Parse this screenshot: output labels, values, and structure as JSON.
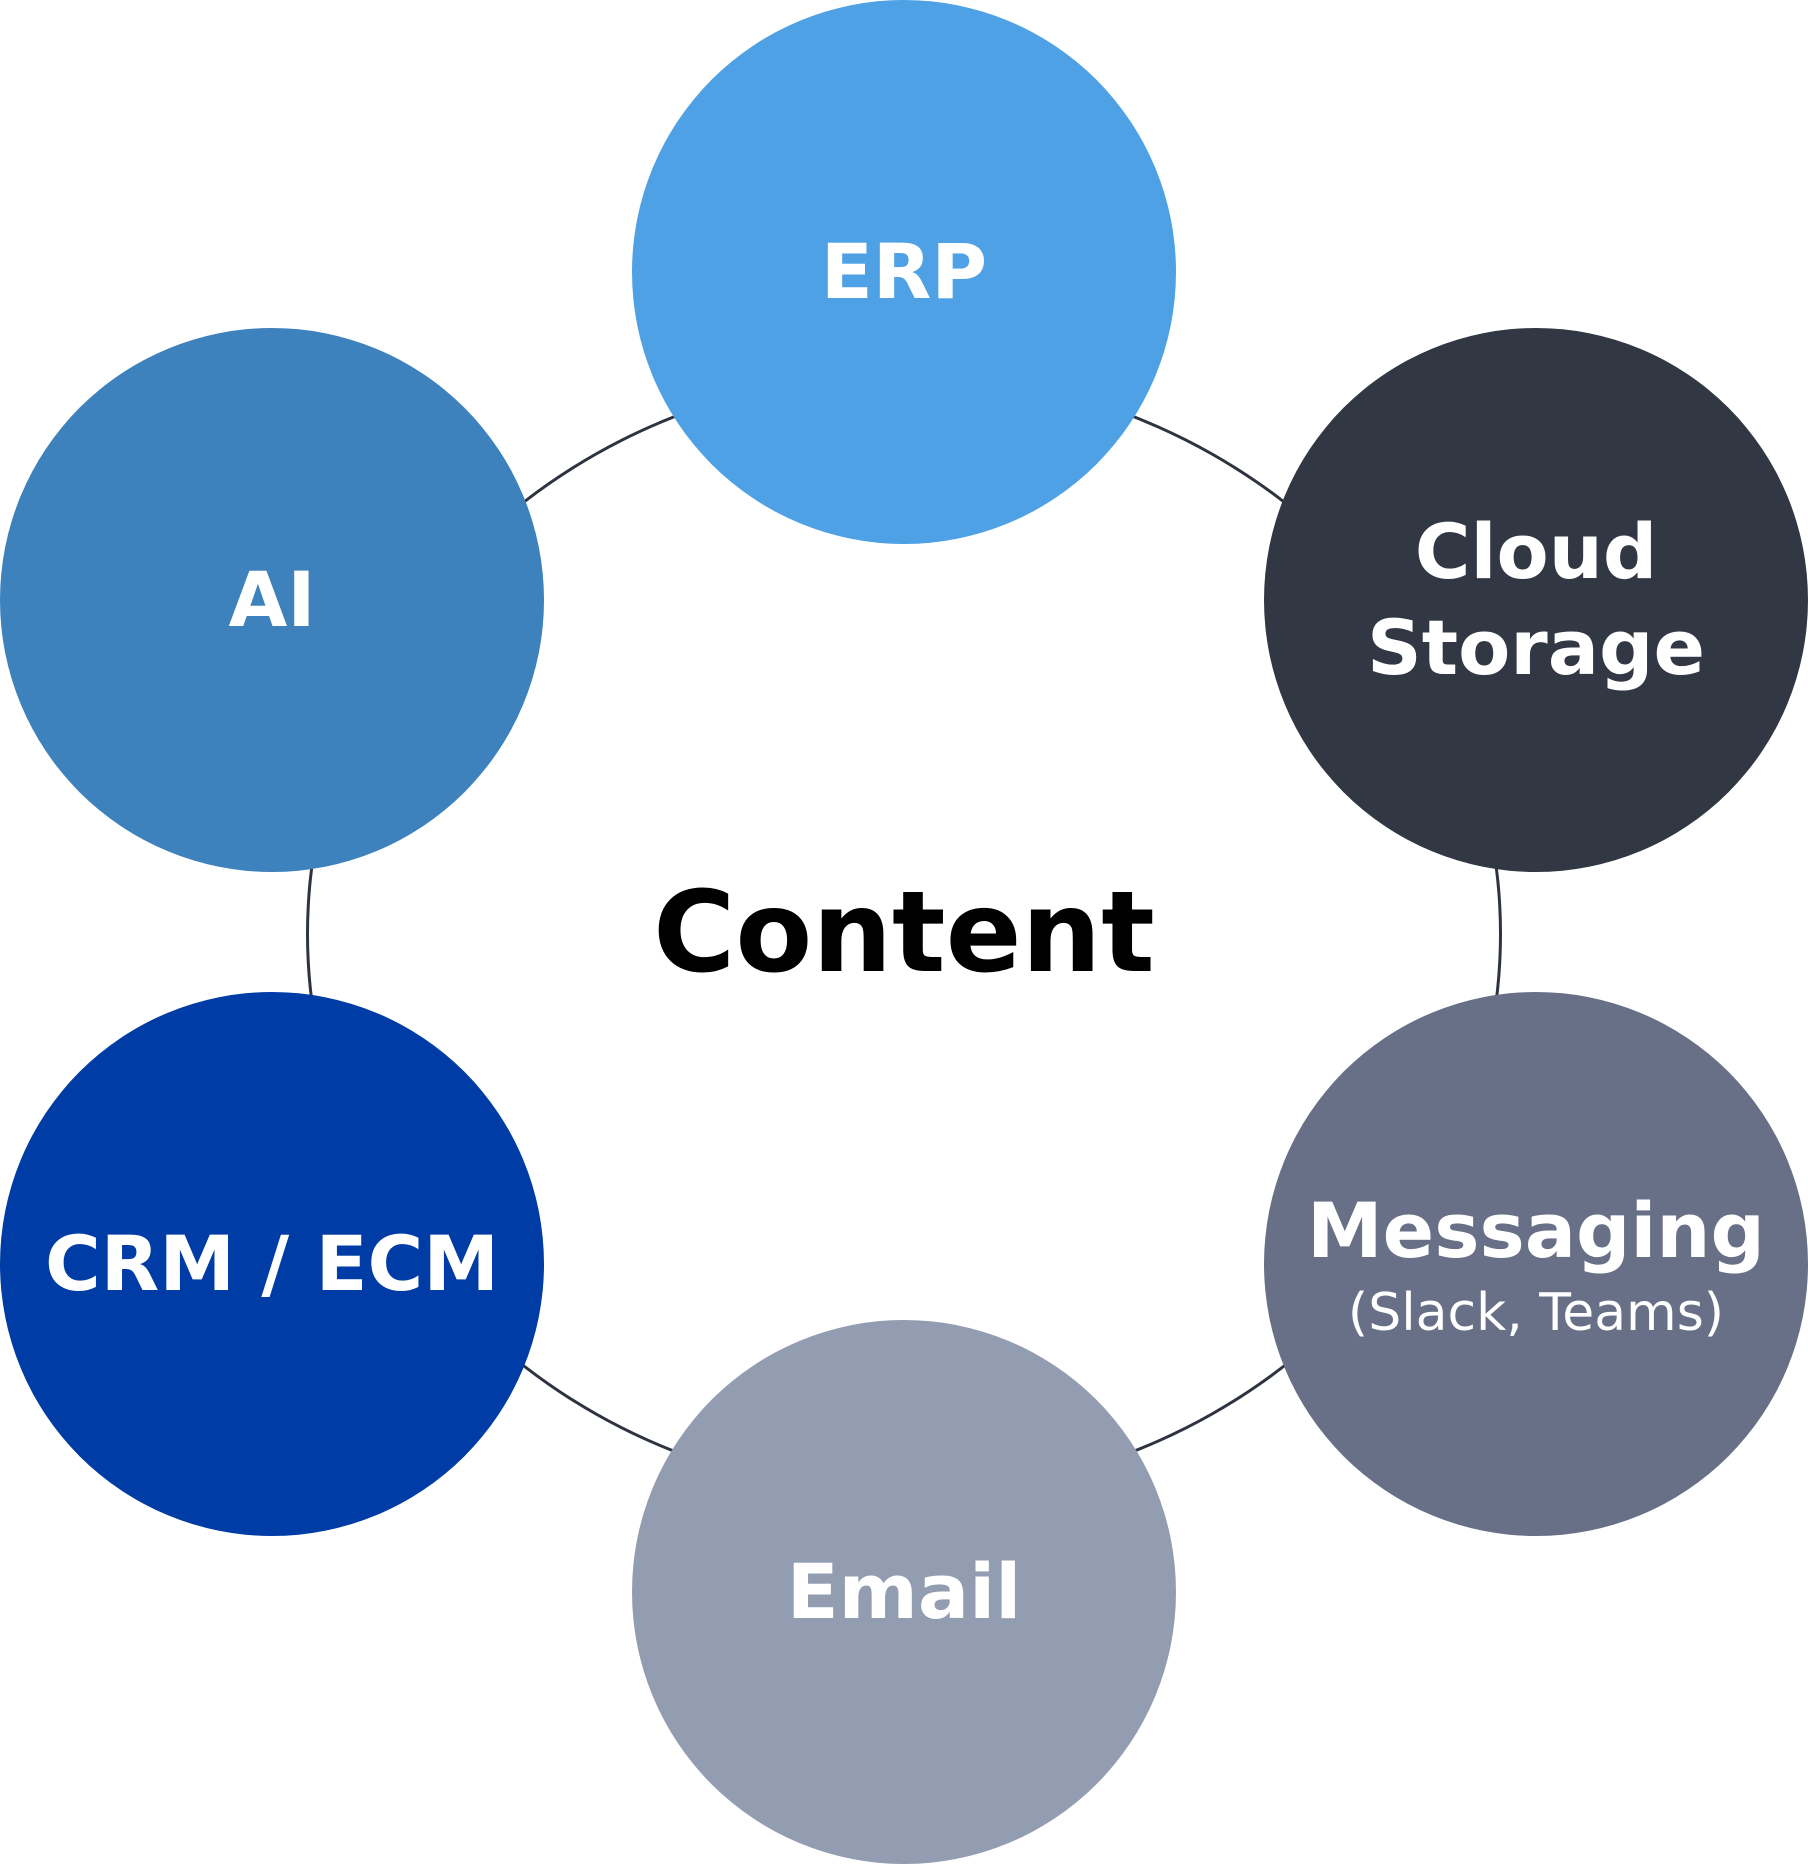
{
  "center": {
    "label": "Content"
  },
  "nodes": {
    "erp": {
      "title": "ERP",
      "color": "#4ea1e4"
    },
    "cloud_storage": {
      "title": "Cloud\nStorage",
      "color": "#313743"
    },
    "messaging": {
      "title": "Messaging",
      "subtitle": "(Slack, Teams)",
      "color": "#687087"
    },
    "email": {
      "title": "Email",
      "color": "#939db1"
    },
    "crm_ecm": {
      "title": "CRM / ECM",
      "color": "#003ca5"
    },
    "ai": {
      "title": "AI",
      "color": "#3d81bd"
    }
  },
  "ring_color": "#2d3440"
}
